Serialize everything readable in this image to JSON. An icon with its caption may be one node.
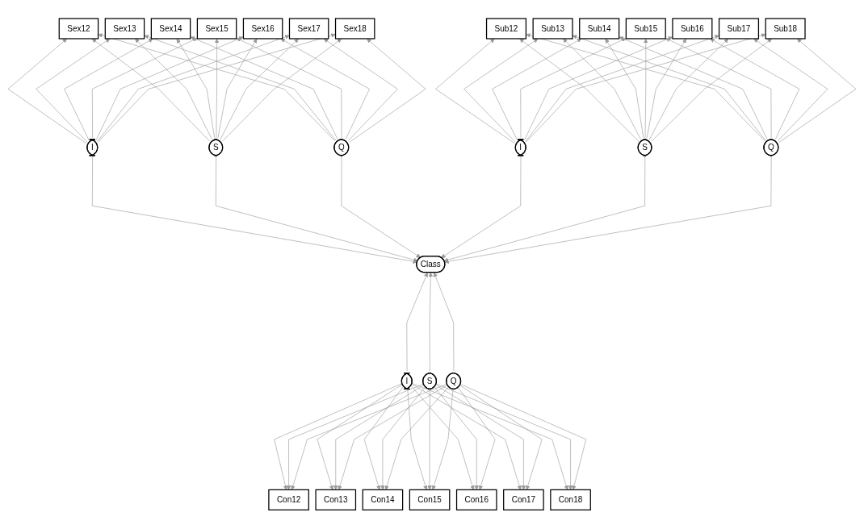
{
  "diagram": {
    "nodes": [
      {
        "text": [
          "Sex12"
        ]
      },
      {
        "text": [
          "Sex13"
        ]
      },
      {
        "text": [
          "Sex14"
        ]
      },
      {
        "text": [
          "Sex15"
        ]
      },
      {
        "text": [
          "Sex16"
        ]
      },
      {
        "text": [
          "Sex17"
        ]
      },
      {
        "text": [
          "Sex18"
        ]
      },
      {
        "text": [
          "I"
        ]
      },
      {
        "text": [
          "S"
        ]
      },
      {
        "text": [
          "Q"
        ]
      },
      {
        "text": [
          "Sub12"
        ]
      },
      {
        "text": [
          "Sub13"
        ]
      },
      {
        "text": [
          "Sub14"
        ]
      },
      {
        "text": [
          "Sub15"
        ]
      },
      {
        "text": [
          "Sub16"
        ]
      },
      {
        "text": [
          "Sub17"
        ]
      },
      {
        "text": [
          "Sub18"
        ]
      },
      {
        "text": [
          "Class"
        ]
      },
      {
        "text": [
          "I"
        ]
      },
      {
        "text": [
          "S"
        ]
      },
      {
        "text": [
          "Q"
        ]
      },
      {
        "text": [
          "I"
        ]
      },
      {
        "text": [
          "S"
        ]
      },
      {
        "text": [
          "Q"
        ]
      },
      {
        "text": [
          "Con12"
        ]
      },
      {
        "text": [
          "Con13"
        ]
      },
      {
        "text": [
          "Con14"
        ]
      },
      {
        "text": [
          "Con15"
        ]
      },
      {
        "text": [
          "Con16"
        ]
      },
      {
        "text": [
          "Con17"
        ]
      },
      {
        "text": [
          "Con18"
        ]
      }
    ],
    "edges": [
      {
        "from": 7,
        "to": 0,
        "arrow": "to"
      },
      {
        "from": 7,
        "to": 1,
        "arrow": "to"
      },
      {
        "from": 7,
        "to": 2,
        "arrow": "to"
      },
      {
        "from": 7,
        "to": 3,
        "arrow": "to"
      },
      {
        "from": 7,
        "to": 4,
        "arrow": "to"
      },
      {
        "from": 7,
        "to": 5,
        "arrow": "to"
      },
      {
        "from": 7,
        "to": 6,
        "arrow": "to"
      },
      {
        "from": 8,
        "to": 0,
        "arrow": "to"
      },
      {
        "from": 8,
        "to": 1,
        "arrow": "to"
      },
      {
        "from": 8,
        "to": 2,
        "arrow": "to"
      },
      {
        "from": 8,
        "to": 3,
        "arrow": "to"
      },
      {
        "from": 8,
        "to": 4,
        "arrow": "to"
      },
      {
        "from": 8,
        "to": 5,
        "arrow": "to"
      },
      {
        "from": 8,
        "to": 6,
        "arrow": "to"
      },
      {
        "from": 9,
        "to": 0,
        "arrow": "to"
      },
      {
        "from": 9,
        "to": 1,
        "arrow": "to"
      },
      {
        "from": 9,
        "to": 2,
        "arrow": "to"
      },
      {
        "from": 9,
        "to": 3,
        "arrow": "to"
      },
      {
        "from": 9,
        "to": 4,
        "arrow": "to"
      },
      {
        "from": 9,
        "to": 5,
        "arrow": "to"
      },
      {
        "from": 9,
        "to": 6,
        "arrow": "to"
      },
      {
        "from": 7,
        "to": 17,
        "arrow": "to"
      },
      {
        "from": 8,
        "to": 17,
        "arrow": "to"
      },
      {
        "from": 9,
        "to": 17,
        "arrow": "to"
      },
      {
        "from": 18,
        "to": 10,
        "arrow": "to"
      },
      {
        "from": 18,
        "to": 11,
        "arrow": "to"
      },
      {
        "from": 18,
        "to": 12,
        "arrow": "to"
      },
      {
        "from": 18,
        "to": 13,
        "arrow": "to"
      },
      {
        "from": 18,
        "to": 14,
        "arrow": "to"
      },
      {
        "from": 18,
        "to": 15,
        "arrow": "to"
      },
      {
        "from": 18,
        "to": 16,
        "arrow": "to"
      },
      {
        "from": 19,
        "to": 10,
        "arrow": "to"
      },
      {
        "from": 19,
        "to": 11,
        "arrow": "to"
      },
      {
        "from": 19,
        "to": 12,
        "arrow": "to"
      },
      {
        "from": 19,
        "to": 13,
        "arrow": "to"
      },
      {
        "from": 19,
        "to": 14,
        "arrow": "to"
      },
      {
        "from": 19,
        "to": 15,
        "arrow": "to"
      },
      {
        "from": 19,
        "to": 16,
        "arrow": "to"
      },
      {
        "from": 20,
        "to": 10,
        "arrow": "to"
      },
      {
        "from": 20,
        "to": 11,
        "arrow": "to"
      },
      {
        "from": 20,
        "to": 12,
        "arrow": "to"
      },
      {
        "from": 20,
        "to": 13,
        "arrow": "to"
      },
      {
        "from": 20,
        "to": 14,
        "arrow": "to"
      },
      {
        "from": 20,
        "to": 15,
        "arrow": "to"
      },
      {
        "from": 20,
        "to": 16,
        "arrow": "to"
      },
      {
        "from": 18,
        "to": 17,
        "arrow": "to"
      },
      {
        "from": 19,
        "to": 17,
        "arrow": "to"
      },
      {
        "from": 20,
        "to": 17,
        "arrow": "to"
      },
      {
        "from": 21,
        "to": 17,
        "arrow": "to"
      },
      {
        "from": 22,
        "to": 17,
        "arrow": "to"
      },
      {
        "from": 23,
        "to": 17,
        "arrow": "to"
      },
      {
        "from": 21,
        "to": 24,
        "arrow": "to"
      },
      {
        "from": 21,
        "to": 25,
        "arrow": "to"
      },
      {
        "from": 21,
        "to": 26,
        "arrow": "to"
      },
      {
        "from": 21,
        "to": 27,
        "arrow": "to"
      },
      {
        "from": 21,
        "to": 28,
        "arrow": "to"
      },
      {
        "from": 21,
        "to": 29,
        "arrow": "to"
      },
      {
        "from": 21,
        "to": 30,
        "arrow": "to"
      },
      {
        "from": 22,
        "to": 24,
        "arrow": "to"
      },
      {
        "from": 22,
        "to": 25,
        "arrow": "to"
      },
      {
        "from": 22,
        "to": 26,
        "arrow": "to"
      },
      {
        "from": 22,
        "to": 27,
        "arrow": "to"
      },
      {
        "from": 22,
        "to": 28,
        "arrow": "to"
      },
      {
        "from": 22,
        "to": 29,
        "arrow": "to"
      },
      {
        "from": 22,
        "to": 30,
        "arrow": "to"
      },
      {
        "from": 23,
        "to": 24,
        "arrow": "to"
      },
      {
        "from": 23,
        "to": 25,
        "arrow": "to"
      },
      {
        "from": 23,
        "to": 26,
        "arrow": "to"
      },
      {
        "from": 23,
        "to": 27,
        "arrow": "to"
      },
      {
        "from": 23,
        "to": 28,
        "arrow": "to"
      },
      {
        "from": 23,
        "to": 29,
        "arrow": "to"
      },
      {
        "from": 23,
        "to": 30,
        "arrow": "to"
      }
    ]
  }
}
